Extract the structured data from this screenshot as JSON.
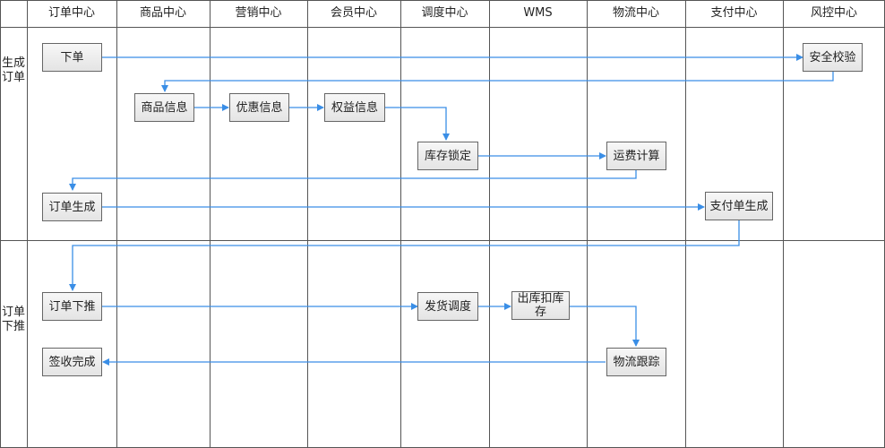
{
  "lanes": [
    "订单中心",
    "商品中心",
    "营销中心",
    "会员中心",
    "调度中心",
    "WMS",
    "物流中心",
    "支付中心",
    "风控中心"
  ],
  "phases": [
    "生成订单",
    "订单下推"
  ],
  "nodes": {
    "place_order": "下单",
    "security_check": "安全校验",
    "product_info": "商品信息",
    "discount_info": "优惠信息",
    "rights_info": "权益信息",
    "stock_lock": "库存锁定",
    "freight_calc": "运费计算",
    "order_create": "订单生成",
    "payment_create": "支付单生成",
    "order_push": "订单下推",
    "ship_dispatch": "发货调度",
    "outbound_deduct": "出库扣库存",
    "logistics_track": "物流跟踪",
    "sign_complete": "签收完成"
  },
  "colors": {
    "arrow": "#3a8ee6",
    "grid": "#555555",
    "box_border": "#666666"
  }
}
